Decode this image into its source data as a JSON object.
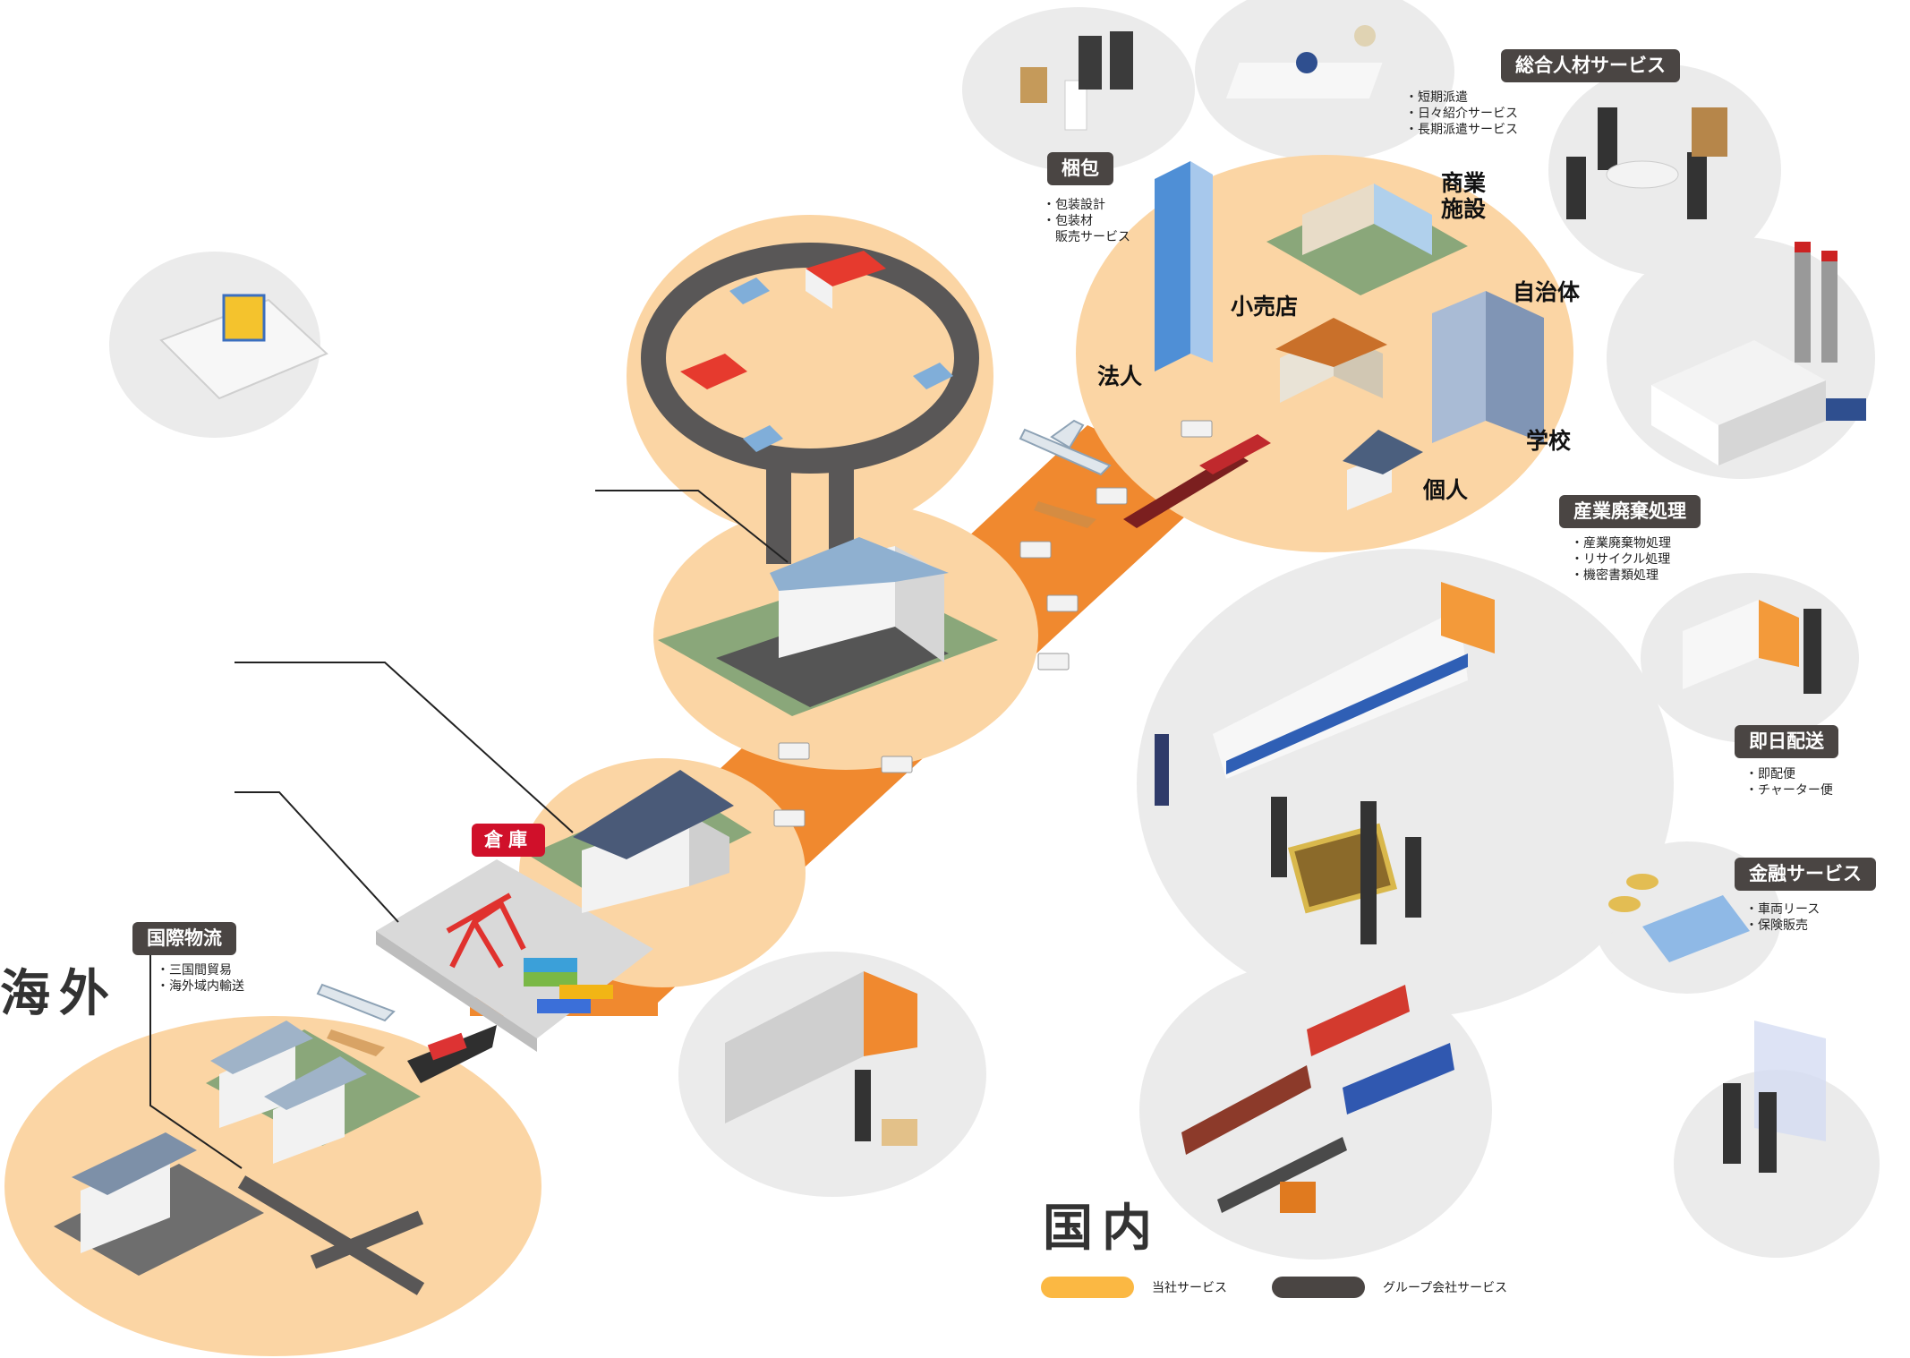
{
  "colors": {
    "orange_band": "#f0892f",
    "peach_zone": "#fbd5a4",
    "gray_circle": "#ebebeb",
    "tag_bg": "#4a4543",
    "tag_red": "#d0102a",
    "own_service": "#fbb843",
    "group_service": "#4a4543"
  },
  "regions": {
    "overseas": "海外",
    "domestic": "国内"
  },
  "services": {
    "konpo": {
      "label": "梱包",
      "items": [
        "・包装設計",
        "・包装材",
        "　販売サービス"
      ],
      "icon": "packing-icon"
    },
    "jinzai": {
      "label": "総合人材サービス",
      "items": [
        "・短期派遣",
        "・日々紹介サービス",
        "・長期派遣サービス"
      ],
      "icon": "staff-icon"
    },
    "haiki": {
      "label": "産業廃棄処理",
      "items": [
        "・産業廃棄物処理",
        "・リサイクル処理",
        "・機密書類処理"
      ],
      "icon": "factory-icon"
    },
    "sokujitsu": {
      "label": "即日配送",
      "items": [
        "・即配便",
        "・チャーター便"
      ],
      "icon": "delivery-truck-icon"
    },
    "kinyu": {
      "label": "金融サービス",
      "items": [
        "・車両リース",
        "・保険販売"
      ],
      "icon": "credit-card-icon"
    },
    "kokusai": {
      "label": "国際物流",
      "items": [
        "・三国間貿易",
        "・海外域内輸送"
      ],
      "icon": "ship-icon"
    },
    "souko": {
      "label": "倉庫",
      "icon": "warehouse-icon"
    }
  },
  "customers": {
    "shogyo": "商業\n施設",
    "jichitai": "自治体",
    "kouriten": "小売店",
    "hojin": "法人",
    "gakko": "学校",
    "kojin": "個人"
  },
  "legend": {
    "own": "当社サービス",
    "group": "グループ会社サービス"
  }
}
